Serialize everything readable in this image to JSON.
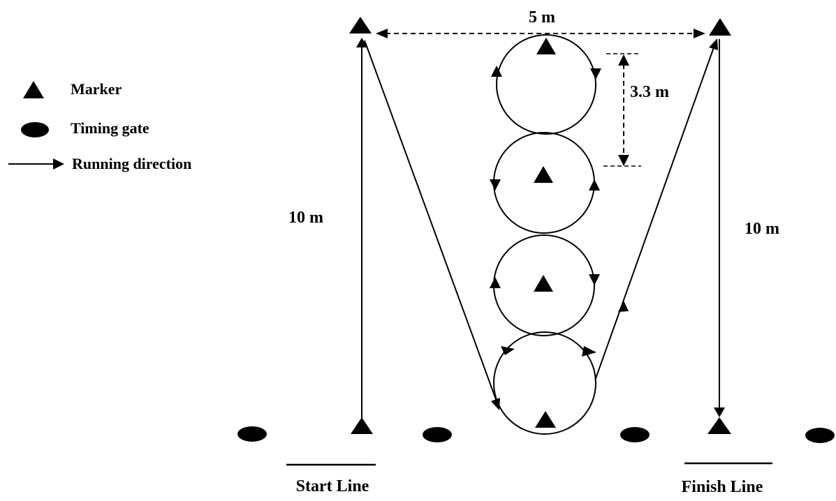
{
  "legend": {
    "marker": "Marker",
    "timing_gate": "Timing gate",
    "running_direction": "Running direction"
  },
  "dimensions": {
    "width_label": "5 m",
    "circle_spacing_label": "3.3 m",
    "left_length_label": "10 m",
    "right_length_label": "10 m"
  },
  "lines": {
    "start": "Start Line",
    "finish": "Finish Line"
  },
  "icons": {
    "marker": "filled-triangle",
    "timing_gate": "filled-ellipse",
    "direction": "arrow"
  },
  "colors": {
    "ink": "#000000",
    "background": "#ffffff"
  }
}
